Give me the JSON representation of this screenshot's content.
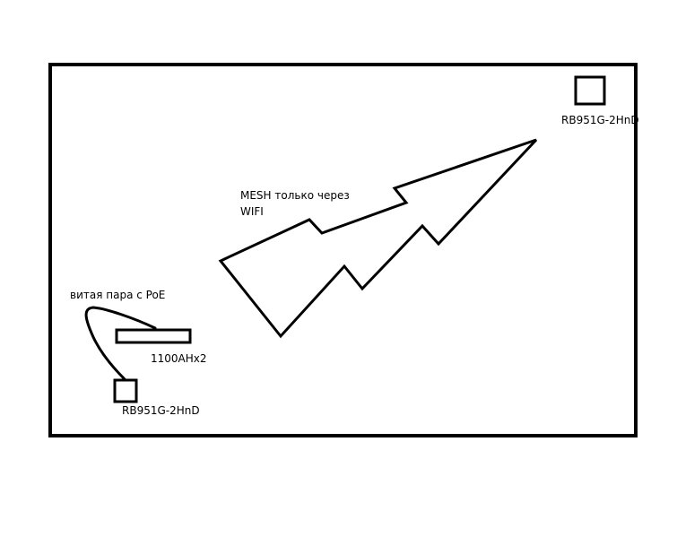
{
  "labels": {
    "device_top_right": "RB951G-2HnD",
    "device_bottom_left": "RB951G-2HnD",
    "switch": "1100AHx2",
    "cable": "витая пара с PoE",
    "mesh_line1": "MESH только через",
    "mesh_line2": "WIFI"
  },
  "colors": {
    "stroke": "#000000",
    "background": "#ffffff"
  },
  "icons": {
    "wireless_link": "lightning-bolt-icon"
  }
}
